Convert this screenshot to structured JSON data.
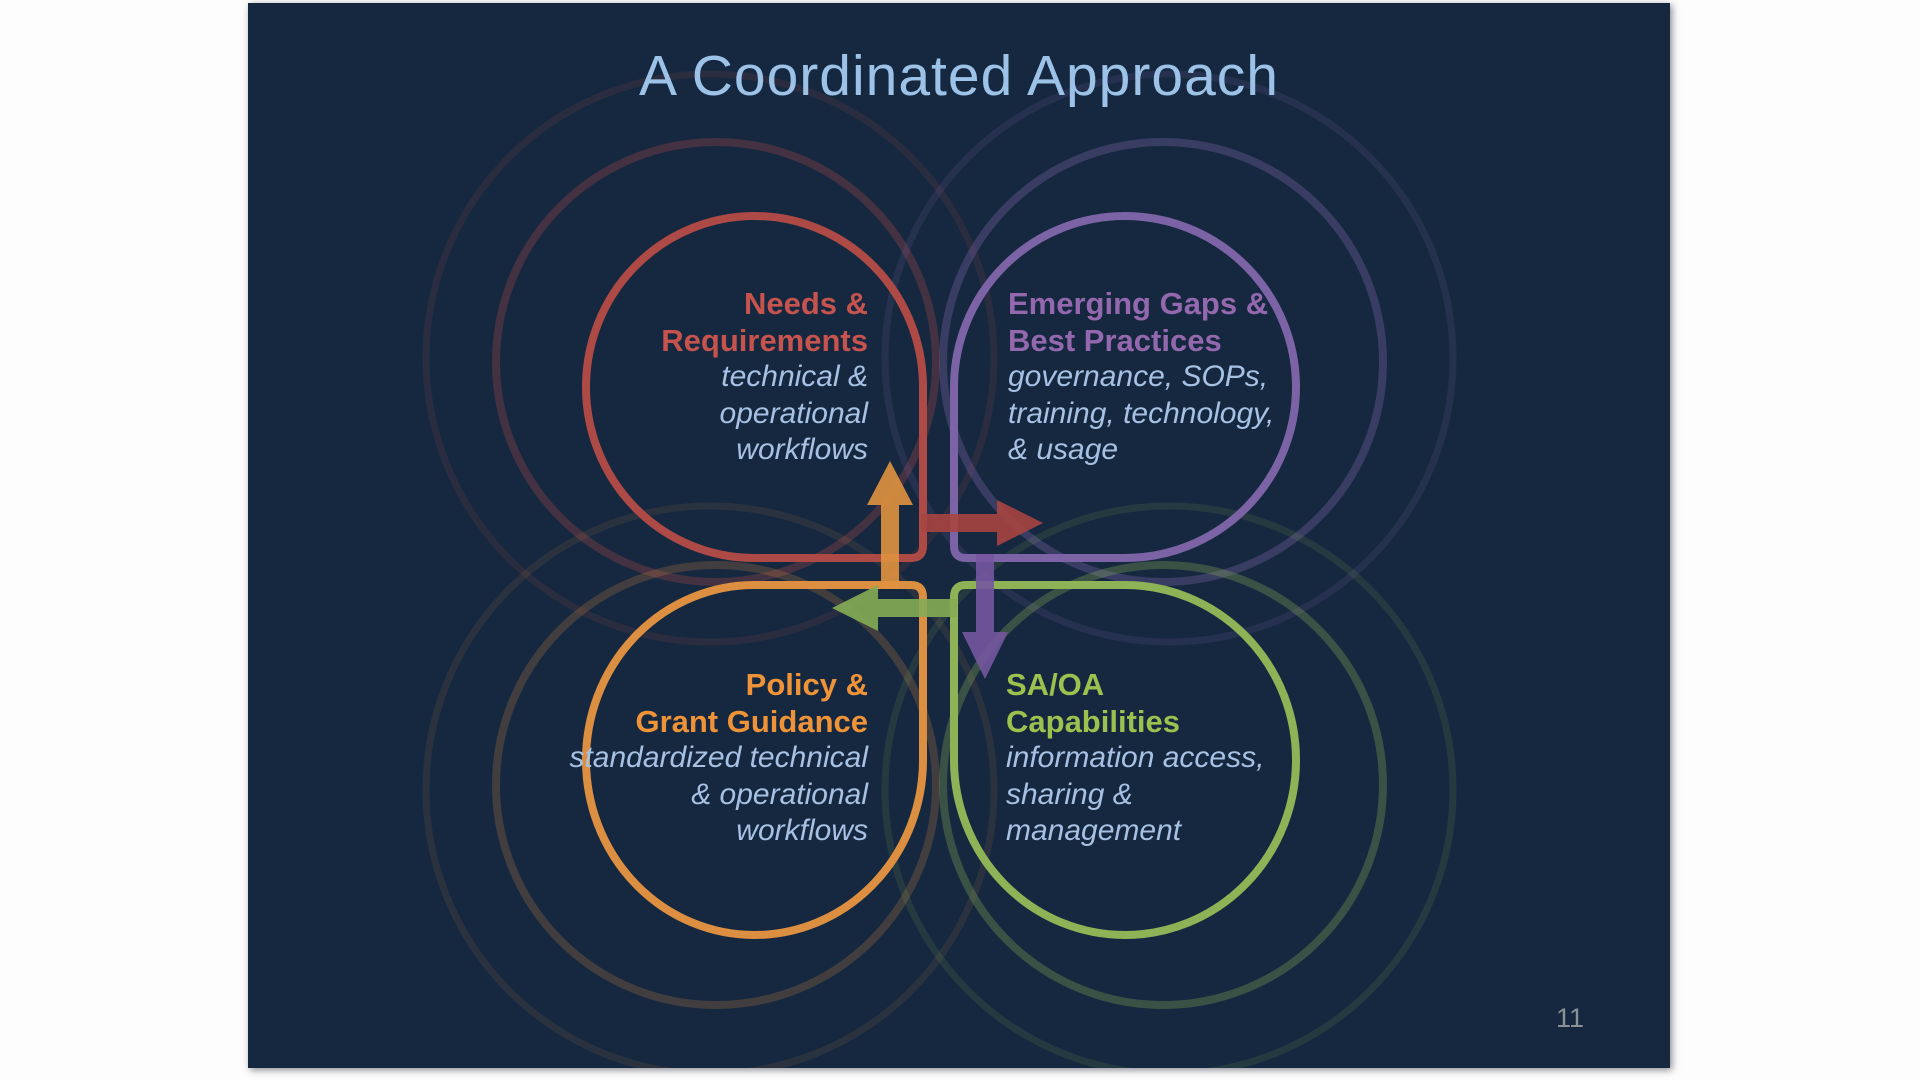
{
  "slide": {
    "title": "A Coordinated Approach",
    "page_number": "11"
  },
  "colors": {
    "background": "#16283F",
    "title_text": "#9CC2E8",
    "body_italic_text": "#A6C1E3",
    "page_number_text": "#8C9198",
    "red_heading": "#C6534E",
    "red_loop": "#AE4A46",
    "red_arrow": "#A74440",
    "purple_heading": "#9468AE",
    "purple_loop": "#7C63A6",
    "purple_arrow": "#7457A0",
    "orange_heading": "#EE9338",
    "orange_loop": "#DD8F41",
    "orange_arrow": "#E0923F",
    "green_heading": "#9CC14E",
    "green_loop": "#8EB356",
    "green_arrow": "#84AC55"
  },
  "quadrants": [
    {
      "id": "needs-requirements",
      "heading": [
        "Needs &",
        "Requirements"
      ],
      "body": [
        "technical &",
        "operational",
        "workflows"
      ]
    },
    {
      "id": "emerging-gaps-best-practices",
      "heading": [
        "Emerging Gaps &",
        "Best Practices"
      ],
      "body": [
        "governance, SOPs,",
        "training, technology,",
        "& usage"
      ]
    },
    {
      "id": "policy-grant-guidance",
      "heading": [
        "Policy &",
        "Grant Guidance"
      ],
      "body": [
        "standardized technical",
        "& operational",
        "workflows"
      ]
    },
    {
      "id": "saoa-capabilities",
      "heading": [
        "SA/OA",
        "Capabilities"
      ],
      "body": [
        "information access,",
        "sharing &",
        "management"
      ]
    }
  ],
  "arrows": [
    {
      "id": "orange-up-arrow",
      "direction": "up",
      "from": "policy-grant-guidance",
      "to": "needs-requirements"
    },
    {
      "id": "red-right-arrow",
      "direction": "right",
      "from": "needs-requirements",
      "to": "emerging-gaps-best-practices"
    },
    {
      "id": "purple-down-arrow",
      "direction": "down",
      "from": "emerging-gaps-best-practices",
      "to": "saoa-capabilities"
    },
    {
      "id": "green-left-arrow",
      "direction": "left",
      "from": "saoa-capabilities",
      "to": "policy-grant-guidance"
    }
  ]
}
